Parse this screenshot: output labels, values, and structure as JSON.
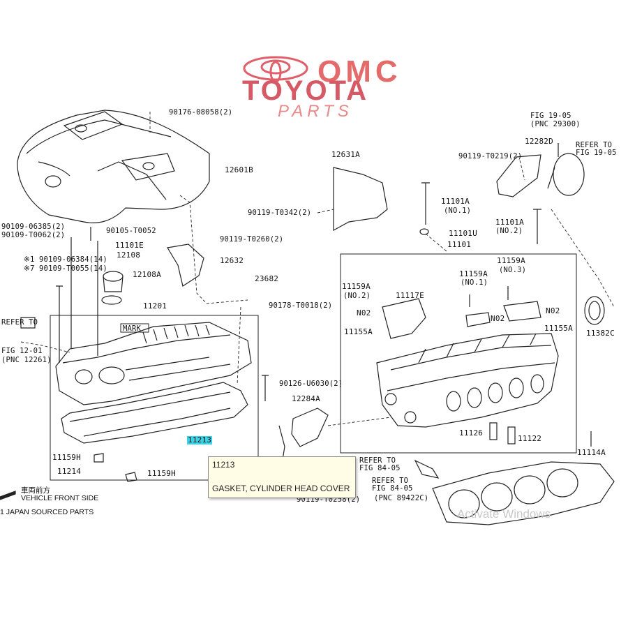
{
  "logo": {
    "omc": "OMC",
    "toyota": "TOYOTA",
    "parts": "PARTS"
  },
  "watermark": "Activate Windows",
  "tooltip": {
    "part_no": "11213",
    "description": "GASKET, CYLINDER HEAD COVER"
  },
  "notes": {
    "front_jp": "車両前方",
    "front_en": "VEHICLE FRONT SIDE",
    "japan": "1 JAPAN SOURCED PARTS"
  },
  "labels": [
    {
      "id": "l01",
      "text": "90176-08058(2)"
    },
    {
      "id": "l02",
      "text": "12601B"
    },
    {
      "id": "l03",
      "text": "90109-06385(2)"
    },
    {
      "id": "l04",
      "text": "90109-T0062(2)"
    },
    {
      "id": "l05",
      "text": "90105-T0052"
    },
    {
      "id": "l06",
      "text": "11101E"
    },
    {
      "id": "l07",
      "text": "12108"
    },
    {
      "id": "l08",
      "text": "12108A"
    },
    {
      "id": "l09",
      "text": "※1 90109-06384(14)"
    },
    {
      "id": "l10",
      "text": "※7 90109-T0055(14)"
    },
    {
      "id": "l11",
      "text": "90119-T0260(2)"
    },
    {
      "id": "l12",
      "text": "12632"
    },
    {
      "id": "l13",
      "text": "23682"
    },
    {
      "id": "l14",
      "text": "90178-T0018(2)"
    },
    {
      "id": "l15",
      "text": "11201"
    },
    {
      "id": "l16",
      "text": "MARK"
    },
    {
      "id": "l17",
      "text": "REFER TO"
    },
    {
      "id": "l18",
      "text": "FIG 12-01"
    },
    {
      "id": "l19",
      "text": "(PNC 12261)"
    },
    {
      "id": "l20",
      "text": "90126-U6030(2)"
    },
    {
      "id": "l21",
      "text": "11213"
    },
    {
      "id": "l22",
      "text": "11159H"
    },
    {
      "id": "l23",
      "text": "11214"
    },
    {
      "id": "l24",
      "text": "11159H"
    },
    {
      "id": "l25",
      "text": "12631A"
    },
    {
      "id": "l26",
      "text": "90119-T0342(2)"
    },
    {
      "id": "l27",
      "text": "12282D"
    },
    {
      "id": "l28",
      "text": "90119-T0219(2)"
    },
    {
      "id": "l29",
      "text": "FIG 19-05"
    },
    {
      "id": "l30",
      "text": "(PNC 29300)"
    },
    {
      "id": "l31",
      "text": "REFER TO"
    },
    {
      "id": "l32",
      "text": "FIG 19-05"
    },
    {
      "id": "l33",
      "text": "11101A"
    },
    {
      "id": "l34",
      "text": "(NO.1)"
    },
    {
      "id": "l35",
      "text": "11101A"
    },
    {
      "id": "l36",
      "text": "(NO.2)"
    },
    {
      "id": "l37",
      "text": "11101U"
    },
    {
      "id": "l38",
      "text": "11101"
    },
    {
      "id": "l39",
      "text": "11159A"
    },
    {
      "id": "l40",
      "text": "(NO.3)"
    },
    {
      "id": "l41",
      "text": "11159A"
    },
    {
      "id": "l42",
      "text": "(NO.1)"
    },
    {
      "id": "l43",
      "text": "11159A"
    },
    {
      "id": "l44",
      "text": "(NO.2)"
    },
    {
      "id": "l45",
      "text": "11117E"
    },
    {
      "id": "l46",
      "text": "N02"
    },
    {
      "id": "l47",
      "text": "N02"
    },
    {
      "id": "l48",
      "text": "N02"
    },
    {
      "id": "l49",
      "text": "11155A"
    },
    {
      "id": "l50",
      "text": "11155A"
    },
    {
      "id": "l51",
      "text": "11382C"
    },
    {
      "id": "l52",
      "text": "12284A"
    },
    {
      "id": "l53",
      "text": "11126"
    },
    {
      "id": "l54",
      "text": "11122"
    },
    {
      "id": "l55",
      "text": "11114A"
    },
    {
      "id": "l56",
      "text": "REFER TO"
    },
    {
      "id": "l57",
      "text": "FIG 84-05"
    },
    {
      "id": "l58",
      "text": "REFER TO"
    },
    {
      "id": "l59",
      "text": "FIG 84-05"
    },
    {
      "id": "l60",
      "text": "(PNC 89422C)"
    },
    {
      "id": "l61",
      "text": "90119-T0258(2)"
    }
  ]
}
